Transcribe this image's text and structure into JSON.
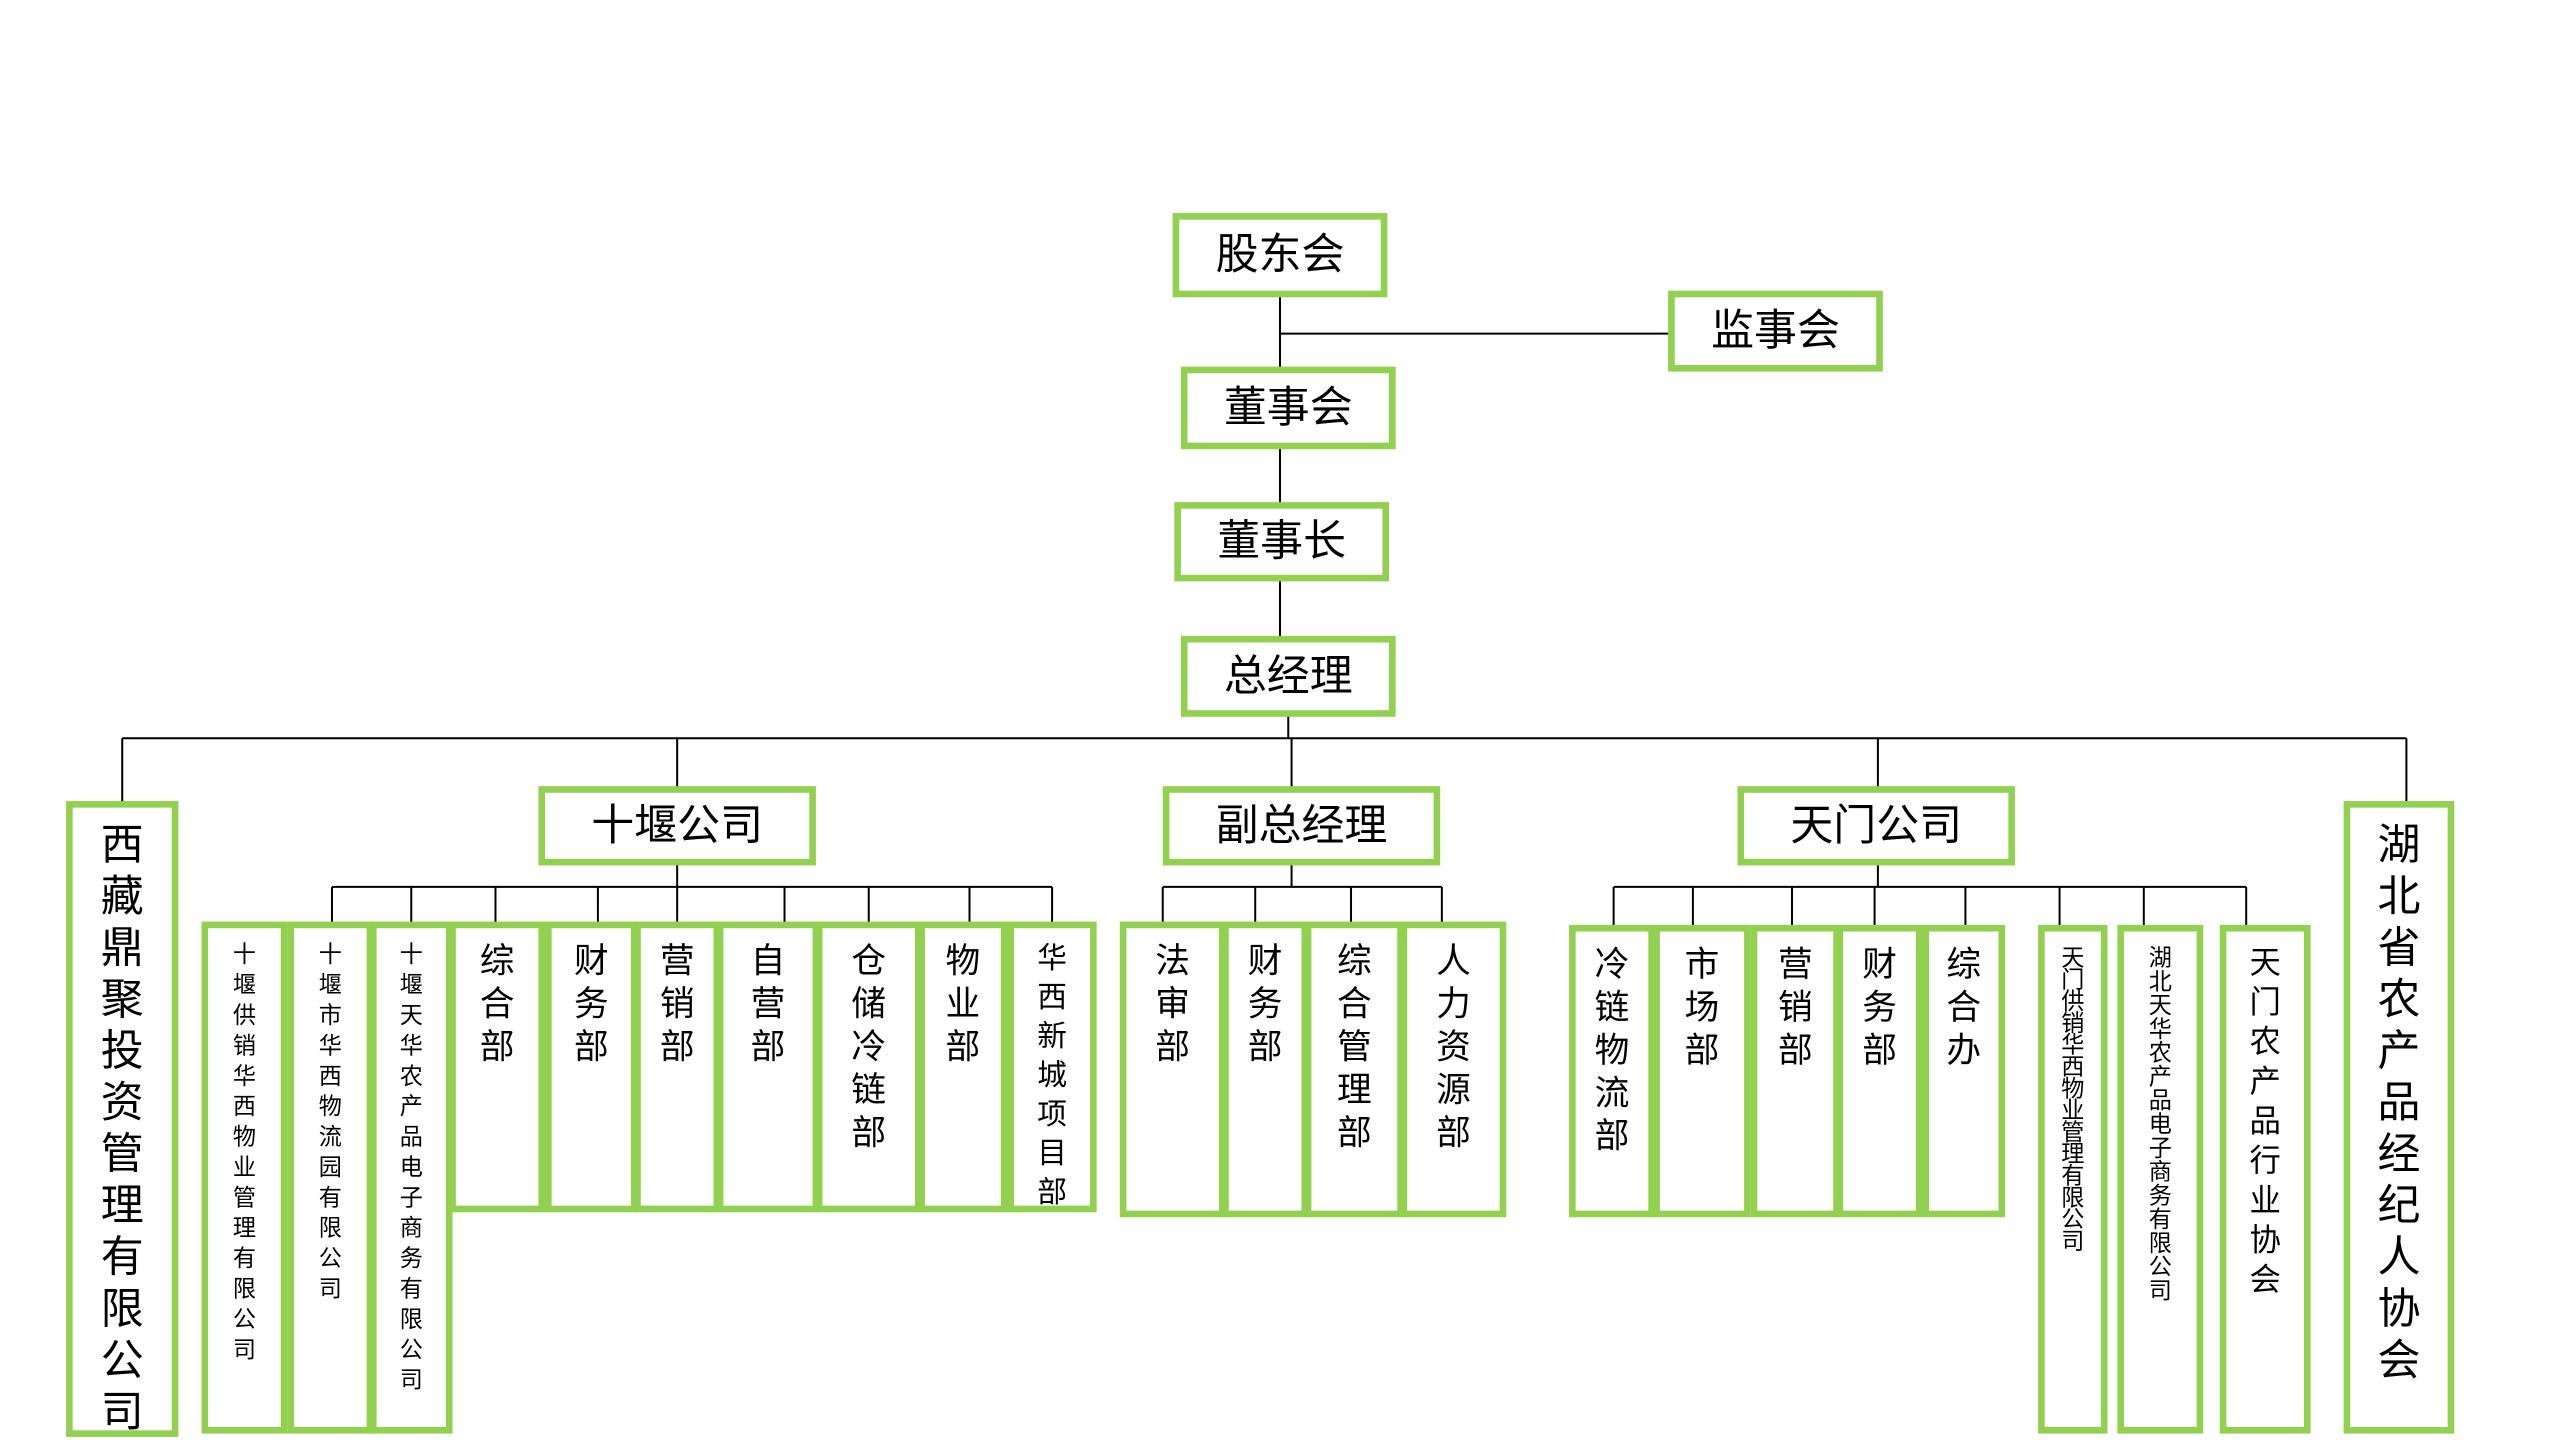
{
  "theme": {
    "box_border": "#92d050",
    "line": "#000000",
    "text": "#000000",
    "background": "#ffffff"
  },
  "top": {
    "shareholders": "股东会",
    "supervisors": "监事会",
    "board": "董事会",
    "chairman": "董事长",
    "general_manager": "总经理"
  },
  "left_company": "西藏鼎聚投资管理有限公司",
  "right_association": "湖北省农产品经纪人协会",
  "shiyan": {
    "name": "十堰公司",
    "units": [
      "十堰供销华西物业管理有限公司",
      "十堰市华西物流园有限公司",
      "十堰天华农产品电子商务有限公司",
      "综合部",
      "财务部",
      "营销部",
      "自营部",
      "仓储冷链部",
      "物业部",
      "华西新城项目部"
    ]
  },
  "vice_gm": {
    "name": "副总经理",
    "units": [
      "法审部",
      "财务部",
      "综合管理部",
      "人力资源部"
    ]
  },
  "tianmen": {
    "name": "天门公司",
    "units": [
      "冷链物流部",
      "市场部",
      "营销部",
      "财务部",
      "综合办",
      "天门供销华西物业管理有限公司",
      "湖北天华农产品电子商务有限公司",
      "天门农产品行业协会"
    ]
  }
}
